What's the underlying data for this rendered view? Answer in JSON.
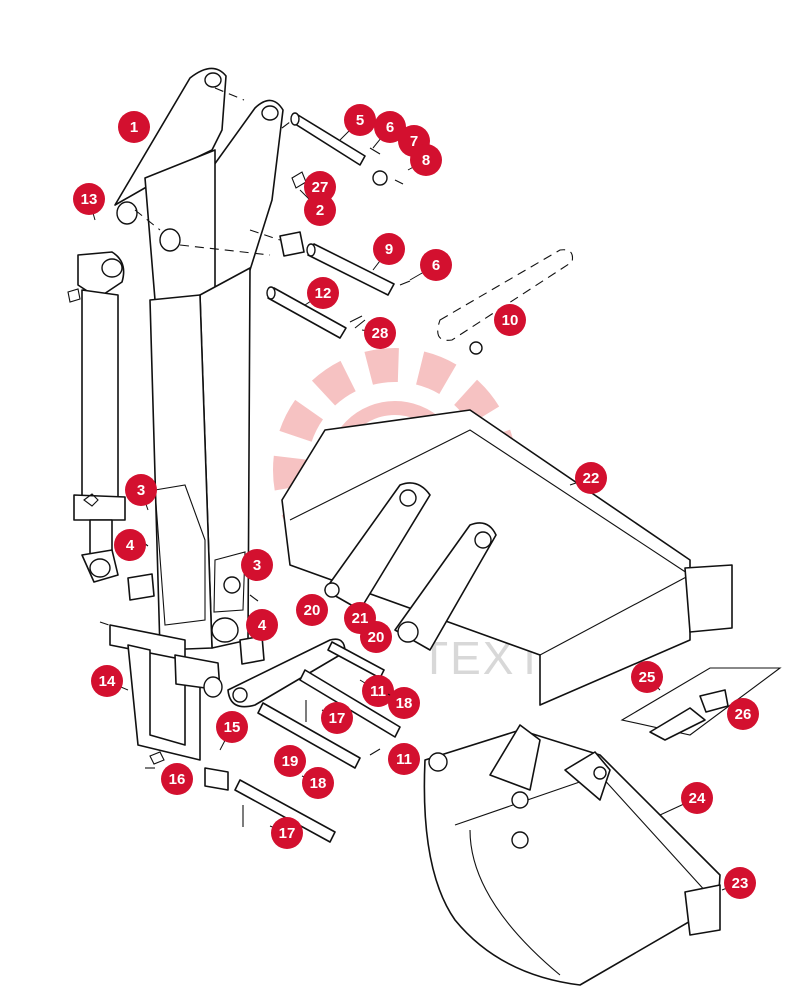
{
  "colors": {
    "badge": "#d3102f",
    "badge_text": "#ffffff",
    "line_art": "#111111",
    "watermark": "#f6c2c2",
    "watermark_text": "#d8d8d8"
  },
  "watermark": {
    "icon": "gear-logo-icon",
    "text": "TEXTEX"
  },
  "callouts": [
    "1",
    "2",
    "3",
    "3",
    "4",
    "4",
    "5",
    "6",
    "6",
    "7",
    "8",
    "9",
    "10",
    "11",
    "11",
    "12",
    "13",
    "14",
    "15",
    "16",
    "17",
    "17",
    "18",
    "18",
    "19",
    "20",
    "20",
    "21",
    "22",
    "23",
    "24",
    "25",
    "26",
    "27",
    "28"
  ]
}
